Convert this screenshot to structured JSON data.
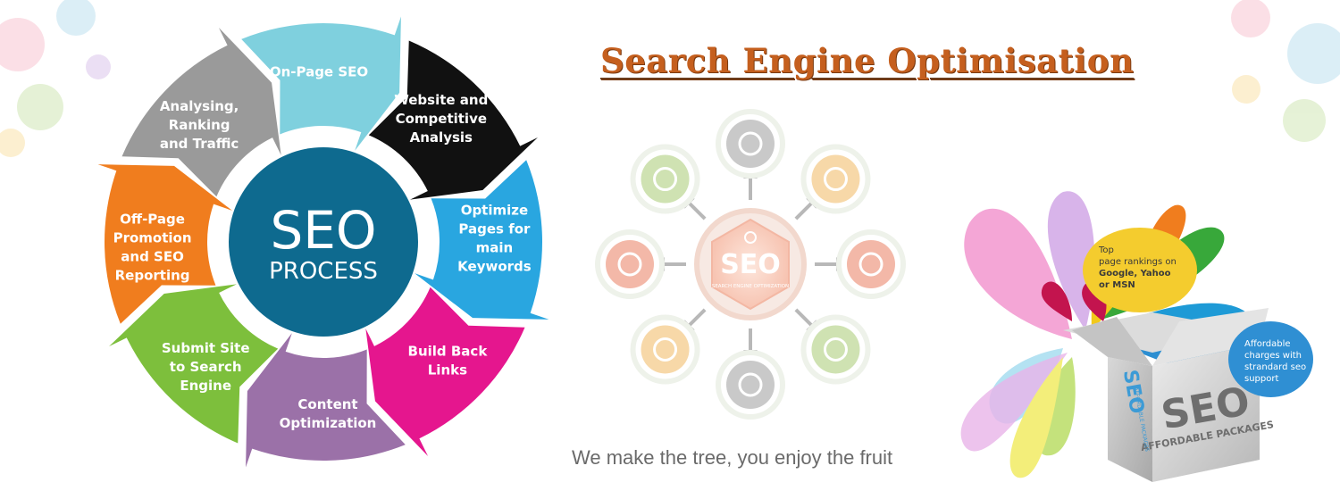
{
  "title": "Search Engine Optimisation",
  "tagline": "We make the tree, you enjoy the fruit",
  "process": {
    "center_title": "SEO",
    "center_subtitle": "PROCESS",
    "steps": [
      {
        "lines": [
          "On-Page SEO"
        ],
        "color": "#7fd0de"
      },
      {
        "lines": [
          "Website and",
          "Competitive",
          "Analysis"
        ],
        "color": "#111111"
      },
      {
        "lines": [
          "Optimize",
          "Pages for",
          "main",
          "Keywords"
        ],
        "color": "#29a6e0"
      },
      {
        "lines": [
          "Build Back",
          "Links"
        ],
        "color": "#e5168e"
      },
      {
        "lines": [
          "Content",
          "Optimization"
        ],
        "color": "#9b71a8"
      },
      {
        "lines": [
          "Submit Site",
          "to Search",
          "Engine"
        ],
        "color": "#7dbf3c"
      },
      {
        "lines": [
          "Off-Page",
          "Promotion",
          "and SEO",
          "Reporting"
        ],
        "color": "#f07d1e"
      },
      {
        "lines": [
          "Analysing,",
          "Ranking",
          "and Traffic"
        ],
        "color": "#9a9a9a"
      }
    ]
  },
  "hub": {
    "center_title": "SEO",
    "center_subtitle": "SEARCH ENGINE OPTIMIZATION",
    "nodes": [
      {
        "icon": "team-icon",
        "color": "#c9c9c9"
      },
      {
        "icon": "lightbulb-icon",
        "color": "#f7d8a8"
      },
      {
        "icon": "sitemap-icon",
        "color": "#f3b8a8"
      },
      {
        "icon": "megaphone-icon",
        "color": "#cfe2b2"
      },
      {
        "icon": "price-tag-icon",
        "color": "#c9c9c9"
      },
      {
        "icon": "mail-icon",
        "color": "#f7d8a8"
      },
      {
        "icon": "presentation-icon",
        "color": "#f3b8a8"
      },
      {
        "icon": "gear-icon",
        "color": "#cfe2b2"
      }
    ]
  },
  "box": {
    "label_main": "SEO",
    "label_sub": "AFFORDABLE PACKAGES",
    "side_main": "SEO",
    "side_sub": "AFFORDABLE PACKAGES",
    "callout_rankings": [
      "Top",
      "page rankings on",
      "Google, Yahoo",
      "or MSN"
    ],
    "callout_charges": [
      "Affordable",
      "charges with",
      "strandard seo",
      "support"
    ]
  }
}
